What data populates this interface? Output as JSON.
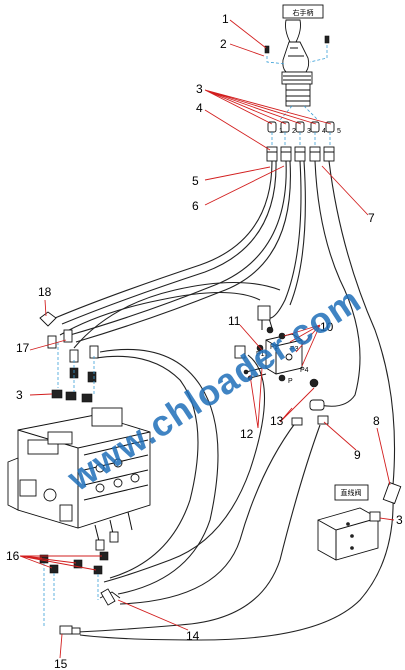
{
  "labels": {
    "top_part_label": "右手柄",
    "side_part_label": "直线阀",
    "watermark": "www.chloader.com"
  },
  "ports": {
    "handle_ports": [
      "1",
      "2",
      "3",
      "4",
      "5"
    ],
    "pilot_block_ports": [
      "P1",
      "P2",
      "P3",
      "P4",
      "P"
    ]
  },
  "callouts": [
    "1",
    "2",
    "3",
    "4",
    "5",
    "6",
    "7",
    "8",
    "9",
    "10",
    "11",
    "12",
    "13",
    "14",
    "15",
    "16",
    "17",
    "18",
    "3",
    "3"
  ],
  "colors": {
    "leader": "#d21e1e",
    "dashed_guide": "#3aa0d8",
    "watermark": "#1e6fb8",
    "linework": "#111111"
  }
}
